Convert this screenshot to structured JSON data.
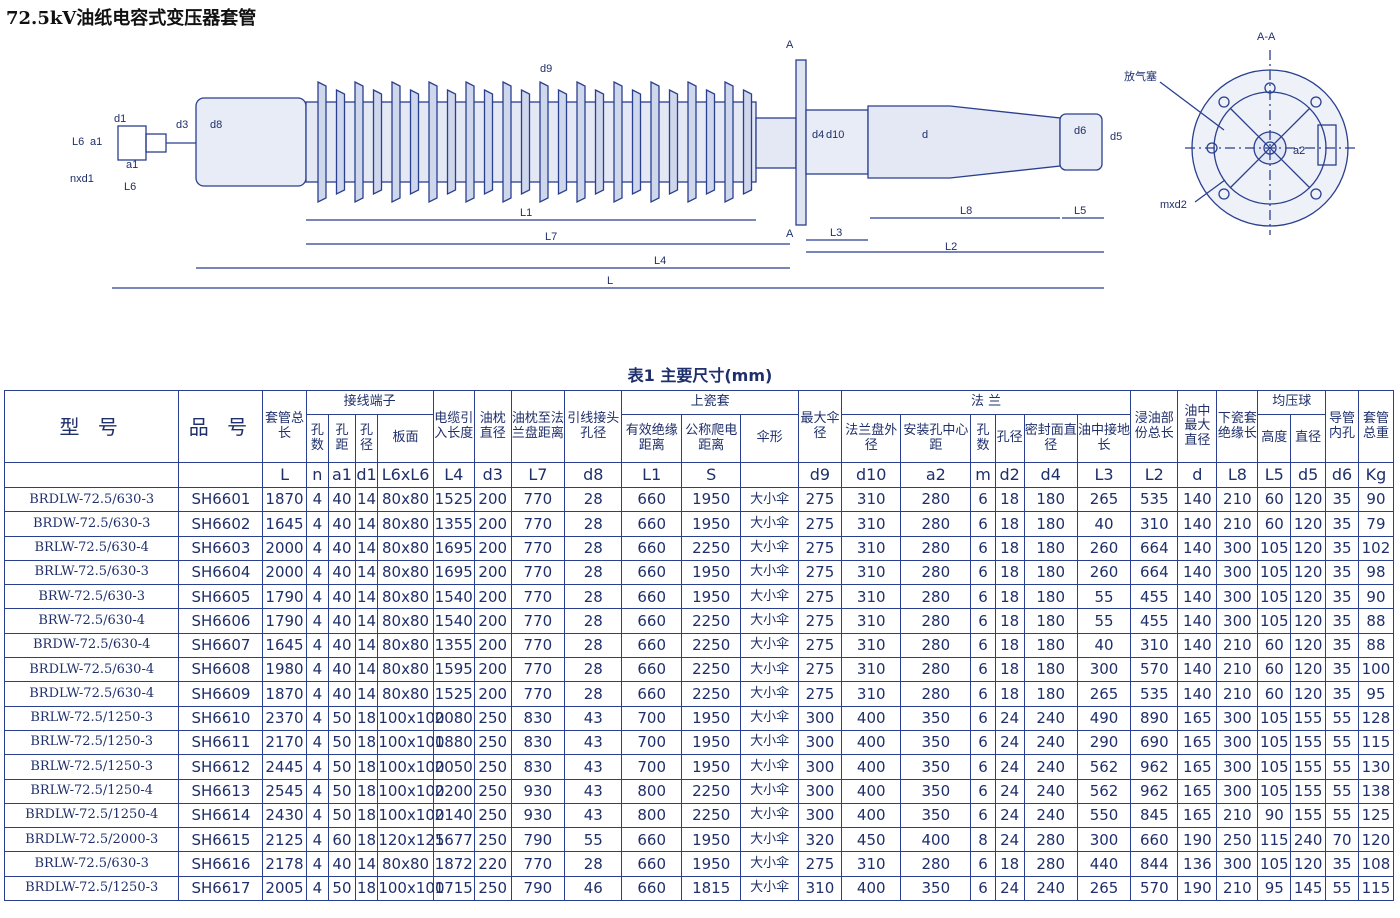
{
  "title": "72.5kV油纸电容式变压器套管",
  "drawing": {
    "labels": {
      "d9": "d9",
      "d3": "d3",
      "d8": "d8",
      "L6": "L6",
      "a1": "a1",
      "d1": "d1",
      "nxd1": "nxd1",
      "d4": "d4",
      "d10": "d10",
      "d": "d",
      "d6": "d6",
      "d5": "d5",
      "L1": "L1",
      "L7": "L7",
      "L4": "L4",
      "L": "L",
      "L3": "L3",
      "L2": "L2",
      "L8": "L8",
      "L5": "L5",
      "A": "A",
      "section": "A-A",
      "vent": "放气塞",
      "a2": "a2",
      "mxd2": "mxd2"
    }
  },
  "table": {
    "caption": "表1  主要尺寸(mm)",
    "groups": {
      "model": "型 号",
      "product": "品 号",
      "total_length": "套管总长",
      "terminal": "接线端子",
      "cable_length": "电缆引入长度",
      "conservator_dia": "油枕直径",
      "conservator_to_flange": "油枕至法兰盘距离",
      "lead_hole": "引线接头孔径",
      "upper_porcelain": "上瓷套",
      "max_shed": "最大伞径",
      "flange": "法 兰",
      "immersed_length": "浸油部份总长",
      "oil_max_dia": "油中最大直径",
      "lower_porcelain": "下瓷套绝缘长",
      "grading_ball": "均压球",
      "conductor_bore": "导管内孔",
      "weight": "套管总重"
    },
    "subheaders": {
      "holes": "孔数",
      "pitch": "孔距",
      "bore": "孔径",
      "plate": "板面",
      "creep_eff": "有效绝缘距离",
      "creep_nom": "公称爬电距离",
      "shed": "伞形",
      "flange_od": "法兰盘外径",
      "mount_pcd": "安装孔中心距",
      "f_holes": "孔数",
      "f_bore": "孔径",
      "seal_dia": "密封面直径",
      "ground_len": "油中接地长",
      "height": "高度",
      "diameter": "直径"
    },
    "symbols": [
      "L",
      "n",
      "a1",
      "d1",
      "L6xL6",
      "L4",
      "d3",
      "L7",
      "d8",
      "L1",
      "S",
      "",
      "d9",
      "d10",
      "a2",
      "m",
      "d2",
      "d4",
      "L3",
      "L2",
      "d",
      "L8",
      "L5",
      "d5",
      "d6",
      "Kg"
    ],
    "rows": [
      [
        "BRDLW-72.5/630-3",
        "SH6601",
        "1870",
        "4",
        "40",
        "14",
        "80x80",
        "1525",
        "200",
        "770",
        "28",
        "660",
        "1950",
        "大小伞",
        "275",
        "310",
        "280",
        "6",
        "18",
        "180",
        "265",
        "535",
        "140",
        "210",
        "60",
        "120",
        "35",
        "90"
      ],
      [
        "BRDW-72.5/630-3",
        "SH6602",
        "1645",
        "4",
        "40",
        "14",
        "80x80",
        "1355",
        "200",
        "770",
        "28",
        "660",
        "1950",
        "大小伞",
        "275",
        "310",
        "280",
        "6",
        "18",
        "180",
        "40",
        "310",
        "140",
        "210",
        "60",
        "120",
        "35",
        "79"
      ],
      [
        "BRLW-72.5/630-4",
        "SH6603",
        "2000",
        "4",
        "40",
        "14",
        "80x80",
        "1695",
        "200",
        "770",
        "28",
        "660",
        "2250",
        "大小伞",
        "275",
        "310",
        "280",
        "6",
        "18",
        "180",
        "260",
        "664",
        "140",
        "300",
        "105",
        "120",
        "35",
        "102"
      ],
      [
        "BRLW-72.5/630-3",
        "SH6604",
        "2000",
        "4",
        "40",
        "14",
        "80x80",
        "1695",
        "200",
        "770",
        "28",
        "660",
        "1950",
        "大小伞",
        "275",
        "310",
        "280",
        "6",
        "18",
        "180",
        "260",
        "664",
        "140",
        "300",
        "105",
        "120",
        "35",
        "98"
      ],
      [
        "BRW-72.5/630-3",
        "SH6605",
        "1790",
        "4",
        "40",
        "14",
        "80x80",
        "1540",
        "200",
        "770",
        "28",
        "660",
        "1950",
        "大小伞",
        "275",
        "310",
        "280",
        "6",
        "18",
        "180",
        "55",
        "455",
        "140",
        "300",
        "105",
        "120",
        "35",
        "90"
      ],
      [
        "BRW-72.5/630-4",
        "SH6606",
        "1790",
        "4",
        "40",
        "14",
        "80x80",
        "1540",
        "200",
        "770",
        "28",
        "660",
        "2250",
        "大小伞",
        "275",
        "310",
        "280",
        "6",
        "18",
        "180",
        "55",
        "455",
        "140",
        "300",
        "105",
        "120",
        "35",
        "88"
      ],
      [
        "BRDW-72.5/630-4",
        "SH6607",
        "1645",
        "4",
        "40",
        "14",
        "80x80",
        "1355",
        "200",
        "770",
        "28",
        "660",
        "2250",
        "大小伞",
        "275",
        "310",
        "280",
        "6",
        "18",
        "180",
        "40",
        "310",
        "140",
        "210",
        "60",
        "120",
        "35",
        "88"
      ],
      [
        "BRDLW-72.5/630-4",
        "SH6608",
        "1980",
        "4",
        "40",
        "14",
        "80x80",
        "1595",
        "200",
        "770",
        "28",
        "660",
        "2250",
        "大小伞",
        "275",
        "310",
        "280",
        "6",
        "18",
        "180",
        "300",
        "570",
        "140",
        "210",
        "60",
        "120",
        "35",
        "100"
      ],
      [
        "BRDLW-72.5/630-4",
        "SH6609",
        "1870",
        "4",
        "40",
        "14",
        "80x80",
        "1525",
        "200",
        "770",
        "28",
        "660",
        "2250",
        "大小伞",
        "275",
        "310",
        "280",
        "6",
        "18",
        "180",
        "265",
        "535",
        "140",
        "210",
        "60",
        "120",
        "35",
        "95"
      ],
      [
        "BRLW-72.5/1250-3",
        "SH6610",
        "2370",
        "4",
        "50",
        "18",
        "100x100",
        "2080",
        "250",
        "830",
        "43",
        "700",
        "1950",
        "大小伞",
        "300",
        "400",
        "350",
        "6",
        "24",
        "240",
        "490",
        "890",
        "165",
        "300",
        "105",
        "155",
        "55",
        "128"
      ],
      [
        "BRLW-72.5/1250-3",
        "SH6611",
        "2170",
        "4",
        "50",
        "18",
        "100x100",
        "1880",
        "250",
        "830",
        "43",
        "700",
        "1950",
        "大小伞",
        "300",
        "400",
        "350",
        "6",
        "24",
        "240",
        "290",
        "690",
        "165",
        "300",
        "105",
        "155",
        "55",
        "115"
      ],
      [
        "BRLW-72.5/1250-3",
        "SH6612",
        "2445",
        "4",
        "50",
        "18",
        "100x100",
        "2050",
        "250",
        "830",
        "43",
        "700",
        "1950",
        "大小伞",
        "300",
        "400",
        "350",
        "6",
        "24",
        "240",
        "562",
        "962",
        "165",
        "300",
        "105",
        "155",
        "55",
        "130"
      ],
      [
        "BRLW-72.5/1250-4",
        "SH6613",
        "2545",
        "4",
        "50",
        "18",
        "100x100",
        "2200",
        "250",
        "930",
        "43",
        "800",
        "2250",
        "大小伞",
        "300",
        "400",
        "350",
        "6",
        "24",
        "240",
        "562",
        "962",
        "165",
        "300",
        "105",
        "155",
        "55",
        "138"
      ],
      [
        "BRDLW-72.5/1250-4",
        "SH6614",
        "2430",
        "4",
        "50",
        "18",
        "100x100",
        "2140",
        "250",
        "930",
        "43",
        "800",
        "2250",
        "大小伞",
        "300",
        "400",
        "350",
        "6",
        "24",
        "240",
        "550",
        "845",
        "165",
        "210",
        "90",
        "155",
        "55",
        "125"
      ],
      [
        "BRDLW-72.5/2000-3",
        "SH6615",
        "2125",
        "4",
        "60",
        "18",
        "120x125",
        "1677",
        "250",
        "790",
        "55",
        "660",
        "1950",
        "大小伞",
        "320",
        "450",
        "400",
        "8",
        "24",
        "280",
        "300",
        "660",
        "190",
        "250",
        "115",
        "240",
        "70",
        "120"
      ],
      [
        "BRLW-72.5/630-3",
        "SH6616",
        "2178",
        "4",
        "40",
        "14",
        "80x80",
        "1872",
        "220",
        "770",
        "28",
        "660",
        "1950",
        "大小伞",
        "275",
        "310",
        "280",
        "6",
        "18",
        "280",
        "440",
        "844",
        "136",
        "300",
        "105",
        "120",
        "35",
        "108"
      ],
      [
        "BRDLW-72.5/1250-3",
        "SH6617",
        "2005",
        "4",
        "50",
        "18",
        "100x100",
        "1715",
        "250",
        "790",
        "46",
        "660",
        "1815",
        "大小伞",
        "310",
        "400",
        "350",
        "6",
        "24",
        "240",
        "265",
        "570",
        "190",
        "210",
        "95",
        "145",
        "55",
        "115"
      ]
    ]
  }
}
